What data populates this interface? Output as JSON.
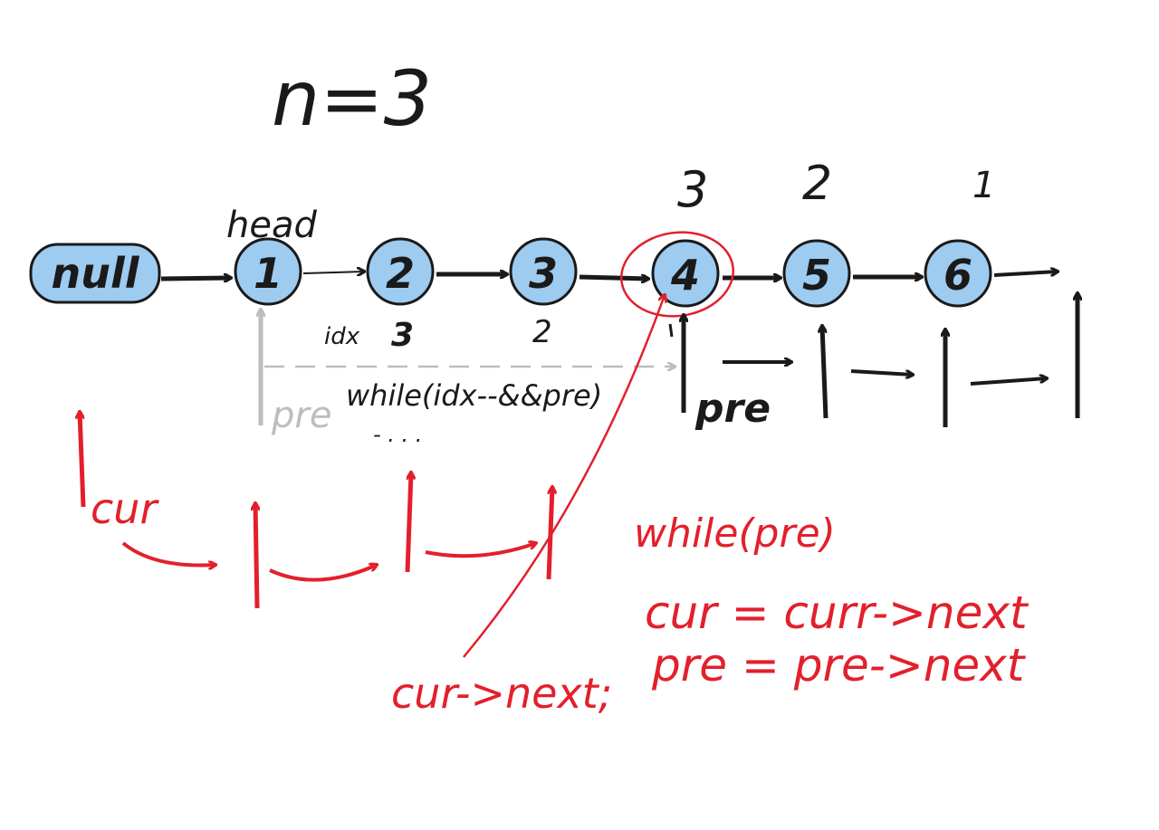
{
  "title": "n=3",
  "colors": {
    "node_fill": "#9ecbf0",
    "node_stroke": "#1a1a1a",
    "ink_black": "#1a1a1a",
    "ink_gray": "#bdbdbd",
    "ink_red": "#e2202c"
  },
  "list": {
    "null_label": "null",
    "head_label": "head",
    "nodes": [
      "1",
      "2",
      "3",
      "4",
      "5",
      "6"
    ],
    "counts_above": [
      "3",
      "2",
      "1"
    ],
    "idx_label": "idx",
    "idx_value": "3",
    "idx_value_2": "2"
  },
  "pre": {
    "gray_label": "pre",
    "black_label": "pre",
    "loop_code": "while(idx--&&pre)",
    "loop_dots": "- . . ."
  },
  "cur": {
    "label": "cur",
    "next_code": "cur->next;"
  },
  "red_code": {
    "line1": "while(pre)",
    "line2": "cur = curr->next",
    "line3": "pre = pre->next"
  }
}
